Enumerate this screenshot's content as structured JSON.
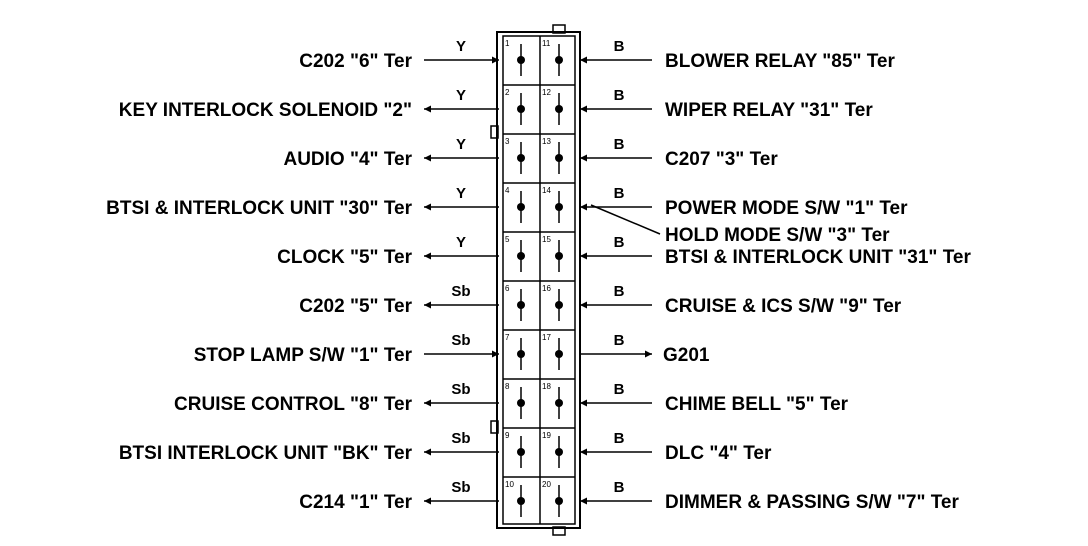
{
  "connector": {
    "left_pins": [
      "1",
      "2",
      "3",
      "4",
      "5",
      "6",
      "7",
      "8",
      "9",
      "10"
    ],
    "right_pins": [
      "11",
      "12",
      "13",
      "14",
      "15",
      "16",
      "17",
      "18",
      "19",
      "20"
    ]
  },
  "left_rows": [
    {
      "label": "C202 \"6\" Ter",
      "wire": "Y",
      "dir": "in"
    },
    {
      "label": "KEY INTERLOCK SOLENOID \"2\"",
      "wire": "Y",
      "dir": "out"
    },
    {
      "label": "AUDIO \"4\" Ter",
      "wire": "Y",
      "dir": "out"
    },
    {
      "label": "BTSI & INTERLOCK UNIT \"30\" Ter",
      "wire": "Y",
      "dir": "out"
    },
    {
      "label": "CLOCK \"5\" Ter",
      "wire": "Y",
      "dir": "out"
    },
    {
      "label": "C202 \"5\" Ter",
      "wire": "Sb",
      "dir": "out"
    },
    {
      "label": "STOP LAMP S/W \"1\" Ter",
      "wire": "Sb",
      "dir": "in"
    },
    {
      "label": "CRUISE CONTROL \"8\" Ter",
      "wire": "Sb",
      "dir": "out"
    },
    {
      "label": "BTSI  INTERLOCK UNIT \"BK\" Ter",
      "wire": "Sb",
      "dir": "out"
    },
    {
      "label": "C214 \"1\" Ter",
      "wire": "Sb",
      "dir": "out"
    }
  ],
  "right_rows": [
    {
      "label": "BLOWER RELAY \"85\" Ter",
      "wire": "B",
      "dir": "in"
    },
    {
      "label": "WIPER RELAY \"31\" Ter",
      "wire": "B",
      "dir": "in"
    },
    {
      "label": "C207 \"3\" Ter",
      "wire": "B",
      "dir": "in"
    },
    {
      "label": "POWER MODE S/W \"1\" Ter",
      "wire": "B",
      "dir": "in"
    },
    {
      "label": "BTSI & INTERLOCK UNIT \"31\" Ter",
      "wire": "B",
      "dir": "in"
    },
    {
      "label": "CRUISE & ICS S/W \"9\" Ter",
      "wire": "B",
      "dir": "in"
    },
    {
      "label": "G201",
      "wire": "B",
      "dir": "out"
    },
    {
      "label": "CHIME BELL \"5\" Ter",
      "wire": "B",
      "dir": "in"
    },
    {
      "label": "DLC \"4\" Ter",
      "wire": "B",
      "dir": "in"
    },
    {
      "label": "DIMMER & PASSING S/W \"7\" Ter",
      "wire": "B",
      "dir": "in"
    }
  ],
  "extra_label": "HOLD MODE S/W \"3\" Ter"
}
